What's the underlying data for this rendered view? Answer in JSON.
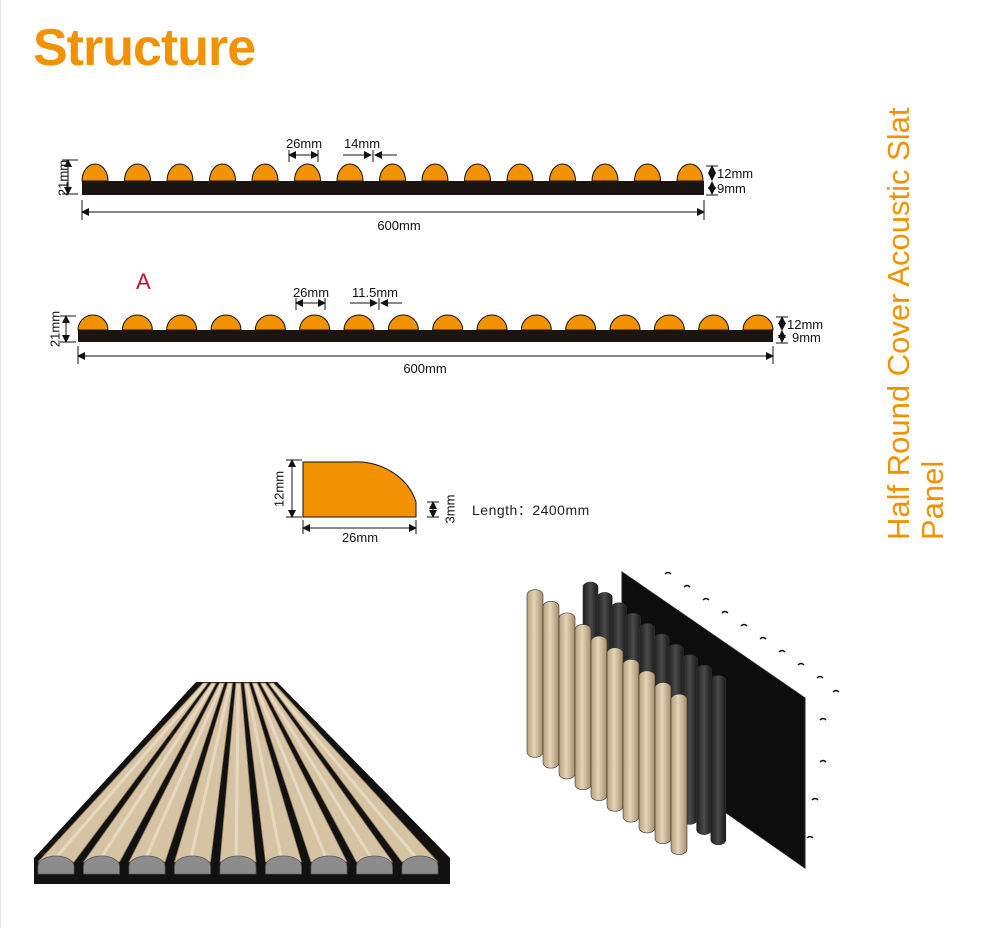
{
  "title": "Structure",
  "side_title": {
    "line1": "Half Round Cover  Acoustic Slat",
    "line2": "Panel"
  },
  "panel_1": {
    "slat_width": "26mm",
    "gap": "14mm",
    "slat_height": "12mm",
    "base_thickness": "9mm",
    "total_height": "21mm",
    "total_width": "600mm",
    "slat_count": 15
  },
  "panel_2": {
    "marker": "A",
    "slat_width": "26mm",
    "gap": "11.5mm",
    "slat_height": "12mm",
    "base_thickness": "9mm",
    "total_height": "21mm",
    "total_width": "600mm",
    "slat_count": 16
  },
  "profile": {
    "height": "12mm",
    "width": "26mm",
    "edge": "3mm",
    "length_label": "Length：2400mm"
  },
  "colors": {
    "accent": "#f39200",
    "base": "#1c1410",
    "wood": "#d6c3a4",
    "felt": "#2b2b2b"
  }
}
